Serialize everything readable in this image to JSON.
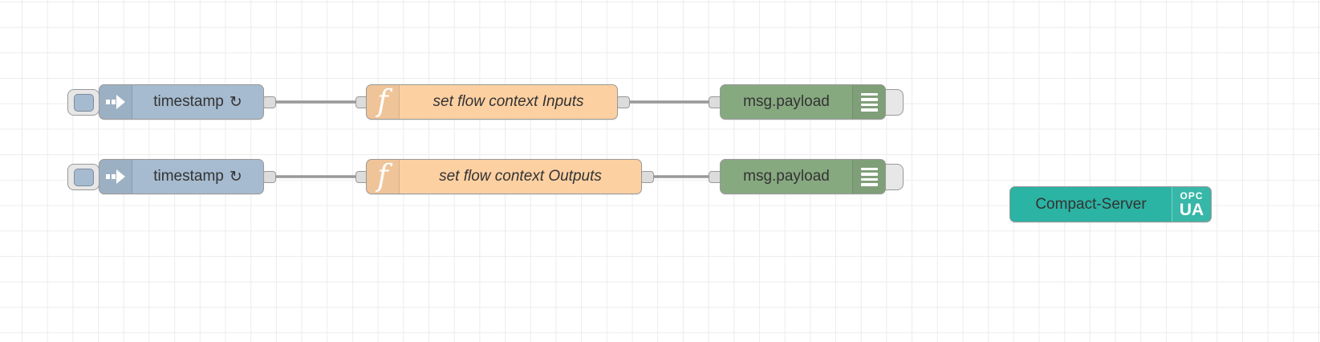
{
  "canvas": {
    "background_color": "#ffffff",
    "grid_color": "#ececec"
  },
  "colors": {
    "inject_node": "#a6bbcf",
    "function_node": "#fdd0a2",
    "debug_node": "#87a980",
    "server_node": "#2bb3a3",
    "node_border": "#999999",
    "wire": "#999999",
    "port": "#dcdcdc",
    "label_text": "#333333"
  },
  "nodes": {
    "inject1": {
      "label": "timestamp",
      "repeat": "↻"
    },
    "inject2": {
      "label": "timestamp",
      "repeat": "↻"
    },
    "func1": {
      "label": "set flow context Inputs",
      "icon_glyph": "f"
    },
    "func2": {
      "label": "set flow context Outputs",
      "icon_glyph": "f"
    },
    "debug1": {
      "label": "msg.payload"
    },
    "debug2": {
      "label": "msg.payload"
    },
    "server": {
      "label": "Compact-Server",
      "badge_line1": "OPC",
      "badge_line2": "UA"
    }
  }
}
